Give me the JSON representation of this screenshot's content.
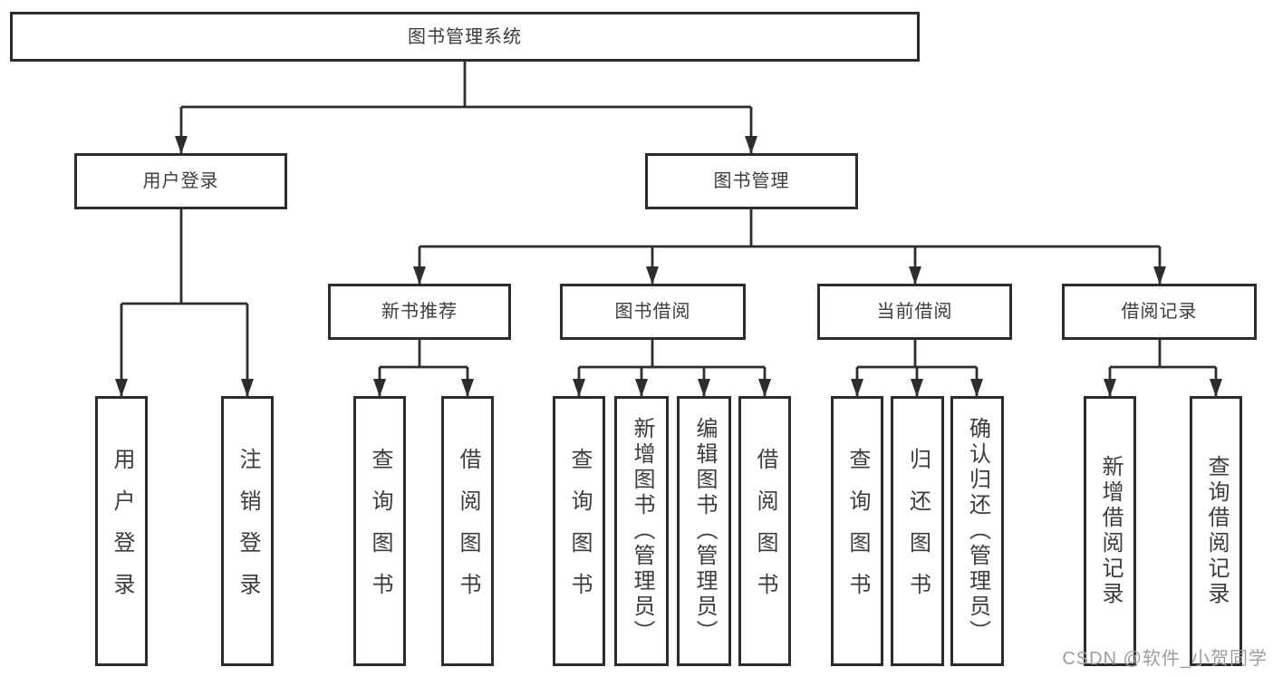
{
  "colors": {
    "line": "#2d2d2d",
    "box_border": "#2d2d2d",
    "text": "#3c3c3c",
    "background": "#ffffff",
    "watermark": "#9c9c9c"
  },
  "watermark": "CSDN @软件_小贺同学",
  "tree": {
    "root": "图书管理系统",
    "branches": [
      {
        "label": "用户登录",
        "leaves": [
          "用户登录",
          "注销登录"
        ]
      },
      {
        "label": "图书管理",
        "groups": [
          {
            "label": "新书推荐",
            "leaves": [
              "查询图书",
              "借阅图书"
            ]
          },
          {
            "label": "图书借阅",
            "leaves": [
              "查询图书",
              "新增图书（管理员）",
              "编辑图书（管理员）",
              "借阅图书"
            ]
          },
          {
            "label": "当前借阅",
            "leaves": [
              "查询图书",
              "归还图书",
              "确认归还（管理员）"
            ]
          },
          {
            "label": "借阅记录",
            "leaves": [
              "新增借阅记录",
              "查询借阅记录"
            ]
          }
        ]
      }
    ]
  }
}
